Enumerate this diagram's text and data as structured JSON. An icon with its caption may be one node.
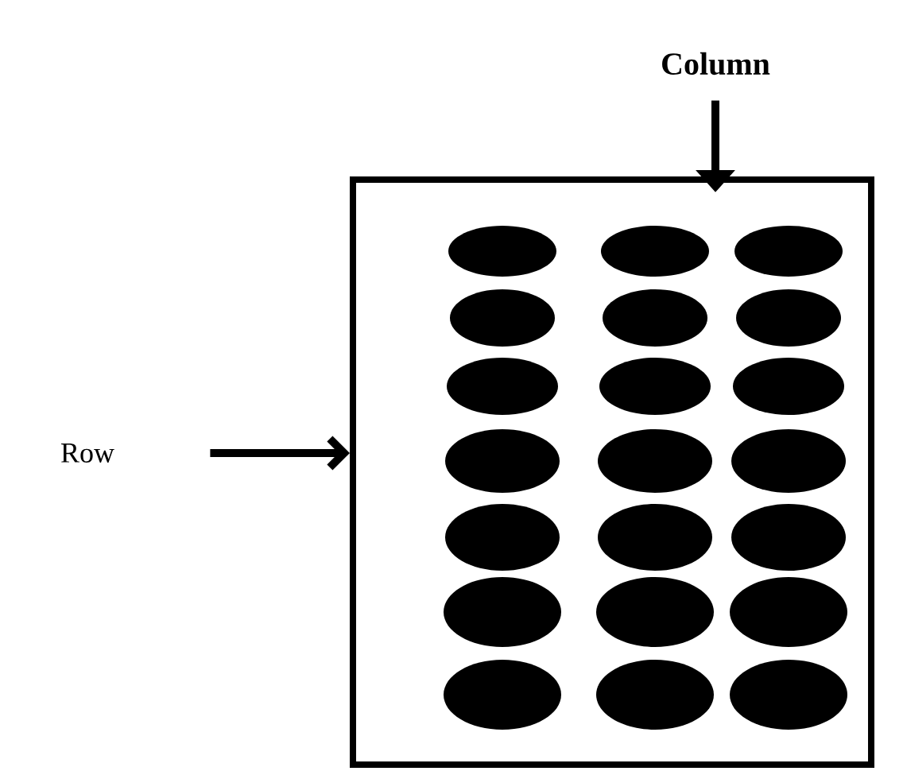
{
  "diagram": {
    "nodes": [
      {
        "text": [
          "Column"
        ]
      },
      {
        "text": [
          "Row"
        ]
      },
      {
        "text": [],
        "shape": "box"
      },
      {
        "text": [],
        "shape": "ellipse",
        "in": 2
      },
      {
        "text": [],
        "shape": "ellipse",
        "in": 2
      },
      {
        "text": [],
        "shape": "ellipse",
        "in": 2
      },
      {
        "text": [],
        "shape": "ellipse",
        "in": 2
      },
      {
        "text": [],
        "shape": "ellipse",
        "in": 2
      },
      {
        "text": [],
        "shape": "ellipse",
        "in": 2
      },
      {
        "text": [],
        "shape": "ellipse",
        "in": 2
      },
      {
        "text": [],
        "shape": "ellipse",
        "in": 2
      },
      {
        "text": [],
        "shape": "ellipse",
        "in": 2
      },
      {
        "text": [],
        "shape": "ellipse",
        "in": 2
      },
      {
        "text": [],
        "shape": "ellipse",
        "in": 2
      },
      {
        "text": [],
        "shape": "ellipse",
        "in": 2
      },
      {
        "text": [],
        "shape": "ellipse",
        "in": 2
      },
      {
        "text": [],
        "shape": "ellipse",
        "in": 2
      },
      {
        "text": [],
        "shape": "ellipse",
        "in": 2
      },
      {
        "text": [],
        "shape": "ellipse",
        "in": 2
      },
      {
        "text": [],
        "shape": "ellipse",
        "in": 2
      },
      {
        "text": [],
        "shape": "ellipse",
        "in": 2
      },
      {
        "text": [],
        "shape": "ellipse",
        "in": 2
      },
      {
        "text": [],
        "shape": "ellipse",
        "in": 2
      },
      {
        "text": [],
        "shape": "ellipse",
        "in": 2
      }
    ],
    "edges": [
      {
        "from": 0,
        "to": 2,
        "arrow": "to"
      },
      {
        "from": 1,
        "to": 2,
        "arrow": "to"
      }
    ]
  }
}
